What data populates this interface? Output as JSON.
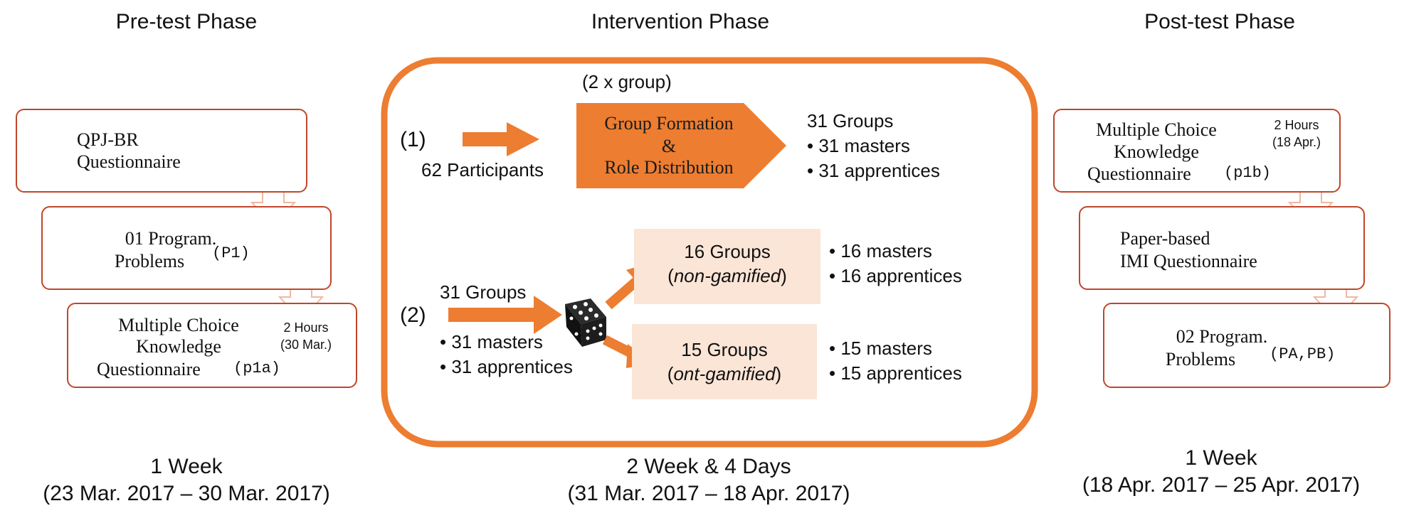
{
  "pretest": {
    "title": "Pre-test Phase",
    "box1_line1": "QPJ-BR",
    "box1_line2": "Questionnaire",
    "box2_line1": "01 Program.",
    "box2_line2": "Problems",
    "box2_code": "(P1)",
    "box3_line1": "Multiple Choice",
    "box3_line2": "Knowledge",
    "box3_line3": "Questionnaire",
    "box3_code": "(p1a)",
    "box3_note1": "2 Hours",
    "box3_note2": "(30 Mar.)",
    "duration_line1": "1 Week",
    "duration_line2": "(23 Mar. 2017 – 30 Mar. 2017)"
  },
  "intervention": {
    "title": "Intervention Phase",
    "factor": "(2 x group)",
    "step1_label": "(1)",
    "participants": "62 Participants",
    "formation_line1": "Group Formation",
    "formation_line2": "&",
    "formation_line3": "Role Distribution",
    "result_title": "31 Groups",
    "result_item1": "• 31 masters",
    "result_item2": "• 31 apprentices",
    "step2_label": "(2)",
    "groups_title": "31 Groups",
    "groups_item1": "• 31 masters",
    "groups_item2": "• 31 apprentices",
    "branch_a_title": "16 Groups",
    "branch_a_sub": "non-gamified",
    "branch_a_item1": "• 16 masters",
    "branch_a_item2": "• 16 apprentices",
    "branch_b_title": "15 Groups",
    "branch_b_sub": "ont-gamified",
    "branch_b_item1": "• 15 masters",
    "branch_b_item2": "• 15 apprentices",
    "duration_line1": "2 Week & 4 Days",
    "duration_line2": "(31 Mar. 2017 – 18 Apr. 2017)"
  },
  "posttest": {
    "title": "Post-test Phase",
    "box1_line1": "Multiple Choice",
    "box1_line2": "Knowledge",
    "box1_line3": "Questionnaire",
    "box1_code": "(p1b)",
    "box1_note1": "2 Hours",
    "box1_note2": "(18 Apr.)",
    "box2_line1": "Paper-based",
    "box2_line2": "IMI Questionnaire",
    "box3_line1": "02 Program.",
    "box3_line2": "Problems",
    "box3_code": "(PA,PB)",
    "duration_line1": "1 Week",
    "duration_line2": "(18 Apr. 2017 – 25 Apr. 2017)"
  },
  "colors": {
    "orange": "#ed7d31",
    "box_border": "#c0462a",
    "peach": "#fbe5d6"
  }
}
